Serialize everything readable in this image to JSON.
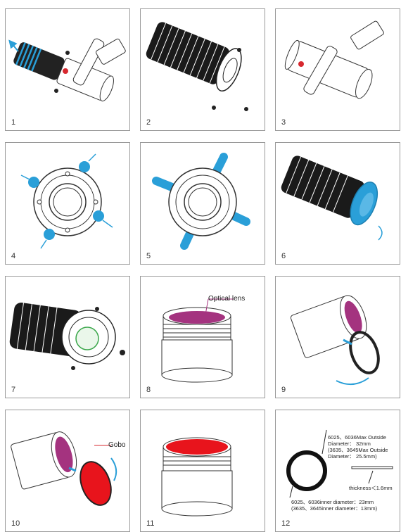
{
  "steps": [
    {
      "number": "1"
    },
    {
      "number": "2"
    },
    {
      "number": "3"
    },
    {
      "number": "4"
    },
    {
      "number": "5"
    },
    {
      "number": "6"
    },
    {
      "number": "7"
    },
    {
      "number": "8"
    },
    {
      "number": "9"
    },
    {
      "number": "10"
    },
    {
      "number": "11"
    },
    {
      "number": "12"
    }
  ],
  "labels": {
    "optical_lens": "Optical lens",
    "gobo": "Gobo",
    "outside_1": "6025、6036Max Outside",
    "outside_2": "Diameter： 32mm",
    "outside_3": "(3635、3645Max Outside",
    "outside_4": "Diameter： 25.5mm)",
    "thickness": "thickness＜1.6mm",
    "inner_1": "6025、6036inner diameter：23mm",
    "inner_2": "(3635、3645inner diameter：13mm)"
  },
  "colors": {
    "accent_blue": "#2a9fd8",
    "lens_magenta": "#a4337f",
    "gobo_red": "#e8141c",
    "marker_red": "#d7282f"
  }
}
